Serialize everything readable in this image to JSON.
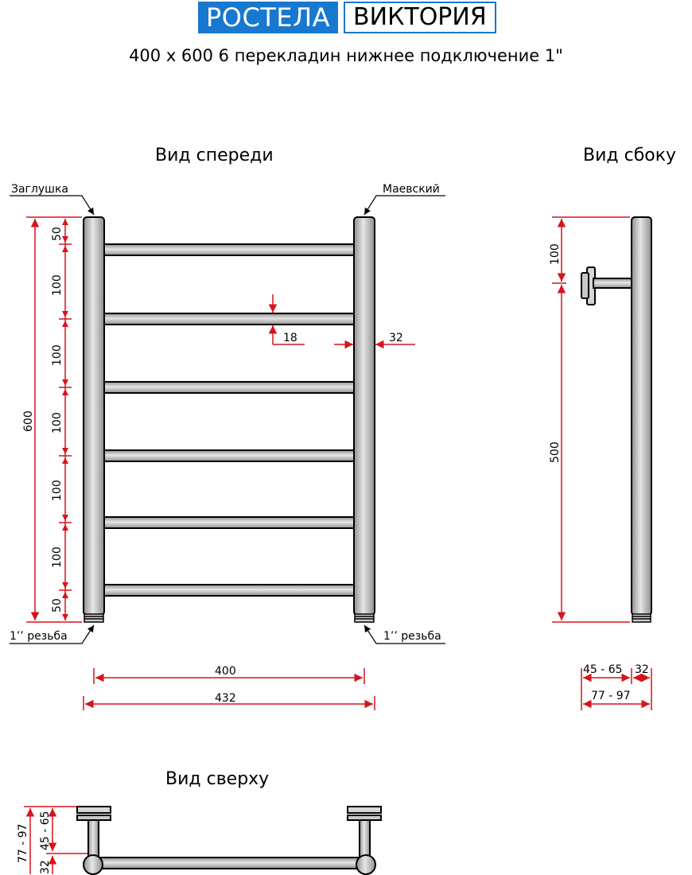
{
  "header": {
    "brand": "РОСТЕЛА",
    "model": "ВИКТОРИЯ",
    "subtitle": "400 x 600 6 перекладин нижнее подключение 1\""
  },
  "views": {
    "front": "Вид спереди",
    "side": "Вид сбоку",
    "top": "Вид сверху"
  },
  "callouts": {
    "plug": "Заглушка",
    "valve": "Маевский",
    "thread_left": "1’’ резьба",
    "thread_right": "1’’ резьба"
  },
  "front_dimensions": {
    "total_height": "600",
    "segments": [
      "50",
      "100",
      "100",
      "100",
      "100",
      "100",
      "50"
    ],
    "bar_diameter": "18",
    "pipe_diameter": "32",
    "axis_distance": "400",
    "total_width": "432"
  },
  "side_dimensions": {
    "top_offset": "100",
    "mount_height": "500",
    "wall_offset": "45 - 65",
    "pipe": "32",
    "total_depth": "77 - 97"
  },
  "top_dimensions": {
    "total": "77 - 97",
    "offset": "45 - 65",
    "pipe": "32"
  },
  "colors": {
    "brand": "#1877cf",
    "dimension": "#d6141c",
    "pipe_fill": "#bdbdbd",
    "outline": "#000000"
  }
}
